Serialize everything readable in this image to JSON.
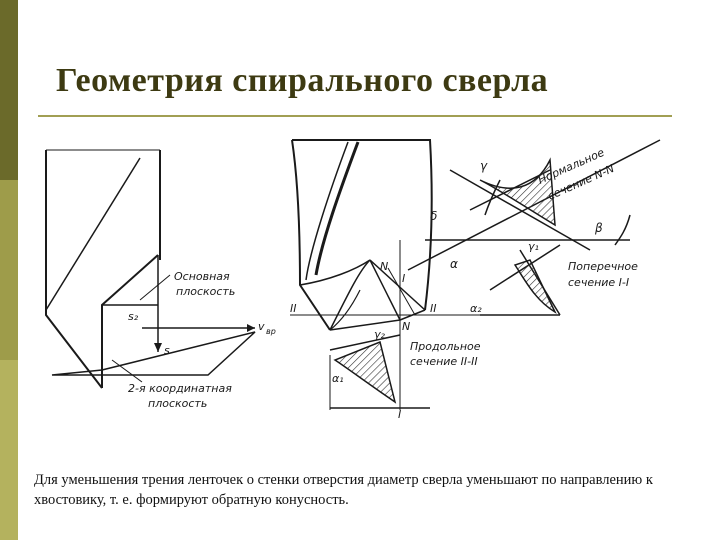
{
  "title": "Геометрия спирального сверла",
  "caption": "Для уменьшения трения ленточек о стенки отверстия диаметр сверла уменьшают по направлению к хвостовику, т. е. формируют обратную конусность.",
  "colors": {
    "bar_top": "#6b6a2a",
    "bar_mid": "#9e9c4a",
    "bar_bottom": "#b4b25e",
    "title": "#3d3a12",
    "rule": "#a19f53"
  },
  "labels": {
    "main_plane_1": "Основная",
    "main_plane_2": "плоскость",
    "coord_plane_1": "2-я координатная",
    "coord_plane_2": "плоскость",
    "s2": "s₂",
    "s": "s",
    "v": "v",
    "vsub": "вр",
    "normal_1": "Нормальное",
    "normal_2": "сечение N-N",
    "cross_1": "Поперечное",
    "cross_2": "сечение I-I",
    "long_1": "Продольное",
    "long_2": "сечение II-II",
    "N_top": "N",
    "I_top": "I",
    "II_left": "II",
    "N_mid": "N",
    "II_right": "II",
    "I_bot": "I",
    "delta": "δ",
    "alpha": "α",
    "beta": "β",
    "gamma1": "γ₁",
    "gamma2": "γ₂",
    "alpha2": "α₂",
    "alpha1": "α₁",
    "gamma": "γ"
  }
}
